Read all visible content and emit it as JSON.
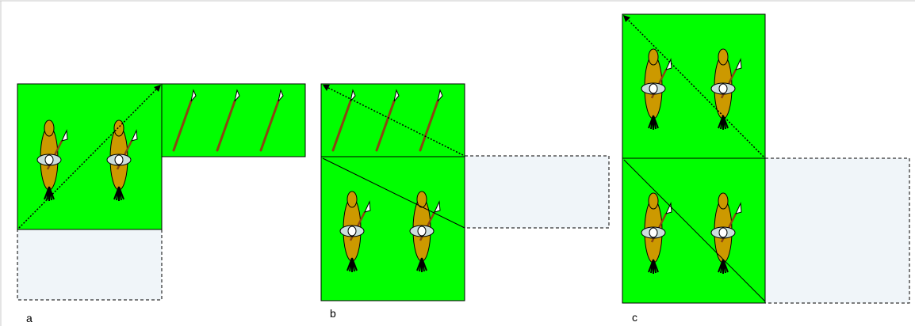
{
  "panels": [
    {
      "label": "a"
    },
    {
      "label": "b"
    },
    {
      "label": "c"
    }
  ],
  "colors": {
    "troop_block": "#00ff00",
    "ghost_block": "#f0f5f9",
    "rider_body": "#cc9900",
    "shield": "#ccdddd",
    "spear_shaft": "#8b4513",
    "spear_head": "#ffffff",
    "outline": "#000000",
    "frame": "#c8c8c8"
  },
  "icons": {
    "rider": "cavalry-rider-icon",
    "spear": "spear-icon"
  }
}
